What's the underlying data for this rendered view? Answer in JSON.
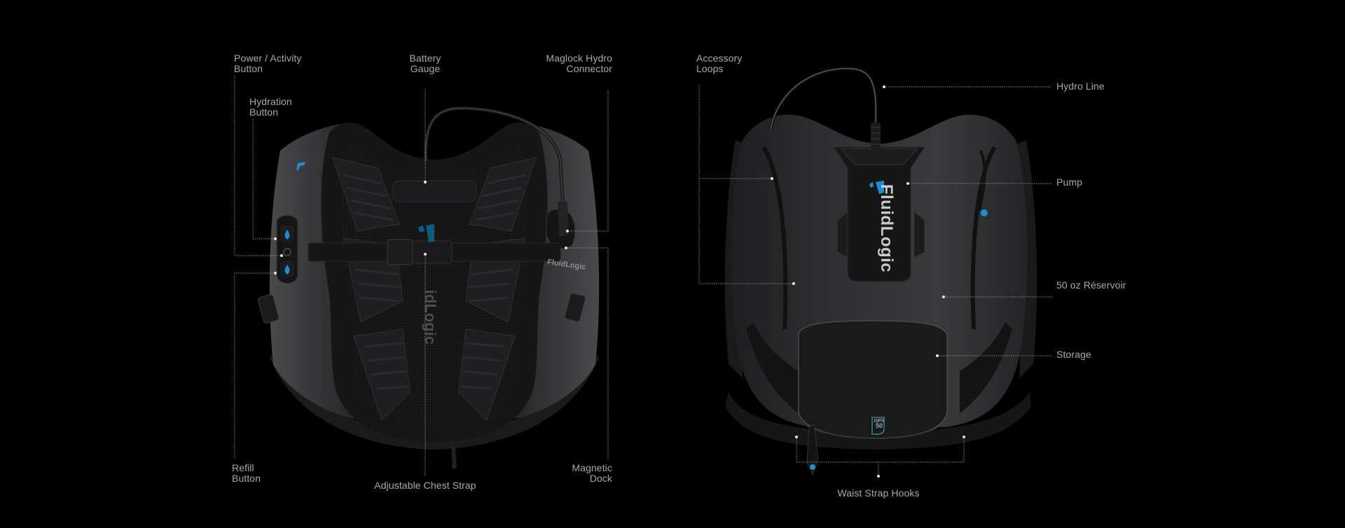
{
  "colors": {
    "background": "#000000",
    "label_text": "#a8a8a8",
    "leader_line": "#8a8a8a",
    "accent_blue": "#1f8ed0",
    "pack_dark": "#1c1c1e",
    "pack_mid": "#2b2b2d",
    "pack_light": "#3a3a3c"
  },
  "brand": {
    "name": "FluidLogic",
    "badge": "GPS 50"
  },
  "front_view": {
    "labels": {
      "power_activity": "Power / Activity\nButton",
      "hydration": "Hydration\nButton",
      "battery_gauge": "Battery\nGauge",
      "maglock": "Maglock Hydro\nConnector",
      "refill": "Refill\nButton",
      "chest_strap": "Adjustable Chest Strap",
      "magnetic_dock": "Magnetic\nDock"
    },
    "shoulder_logo": "FluidLogic",
    "spine_logo": "idLogic"
  },
  "back_view": {
    "labels": {
      "accessory_loops": "Accessory\nLoops",
      "hydro_line": "Hydro Line",
      "pump": "Pump",
      "reservoir": "50 oz Réservoir",
      "storage": "Storage",
      "waist_hooks": "Waist Strap Hooks"
    },
    "spine_logo": "FluidLogic",
    "badge_top": "GPS",
    "badge_num": "50"
  }
}
